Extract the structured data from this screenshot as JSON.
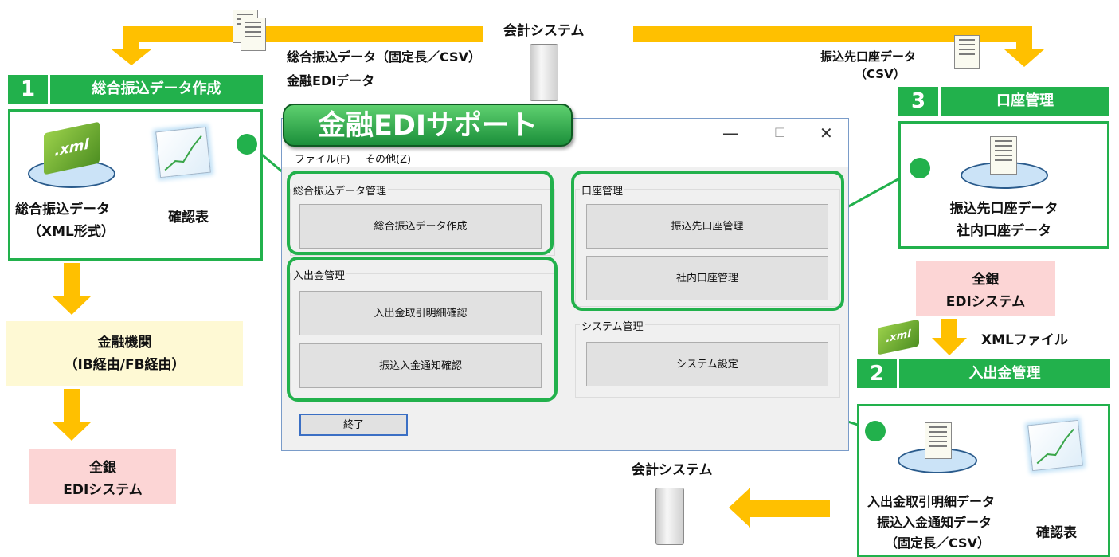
{
  "colors": {
    "accent_green": "#22b14c",
    "arrow_orange": "#ffc000",
    "yellow_box": "#fef9d4",
    "pink_box": "#fcd5d5"
  },
  "top": {
    "accounting_system": "会計システム",
    "bulk_transfer_line1": "総合振込データ（固定長／CSV）",
    "bulk_transfer_line2": "金融EDIデータ",
    "payee_account_line1": "振込先口座データ",
    "payee_account_line2": "（CSV）"
  },
  "section1": {
    "number": "1",
    "title": "総合振込データ作成",
    "xml_line1": "総合振込データ",
    "xml_line2": "（XML形式）",
    "report": "確認表",
    "xml_badge": ".xml"
  },
  "left_flow": {
    "bank_line1": "金融機関",
    "bank_line2": "（IB経由/FB経由）",
    "edi_line1": "全銀",
    "edi_line2": "EDIシステム"
  },
  "badge": "金融EDIサポート",
  "window": {
    "minimize": "—",
    "maximize": "☐",
    "close": "✕",
    "menu": [
      "ファイル(F)",
      "その他(Z)"
    ],
    "group_bulk": "総合振込データ管理",
    "btn_bulk": "総合振込データ作成",
    "group_inout": "入出金管理",
    "btn_statement": "入出金取引明細確認",
    "btn_notice": "振込入金通知確認",
    "group_account": "口座管理",
    "btn_payee": "振込先口座管理",
    "btn_internal": "社内口座管理",
    "group_system": "システム管理",
    "btn_system": "システム設定",
    "btn_exit": "終了"
  },
  "section3": {
    "number": "3",
    "title": "口座管理",
    "line1": "振込先口座データ",
    "line2": "社内口座データ"
  },
  "right_flow": {
    "edi_line1": "全銀",
    "edi_line2": "EDIシステム",
    "xml_file": "XMLファイル",
    "xml_badge": ".xml"
  },
  "section2": {
    "number": "2",
    "title": "入出金管理",
    "line1": "入出金取引明細データ",
    "line2": "振込入金通知データ",
    "line3": "（固定長／CSV）",
    "report": "確認表"
  },
  "bottom": {
    "accounting_system": "会計システム"
  }
}
